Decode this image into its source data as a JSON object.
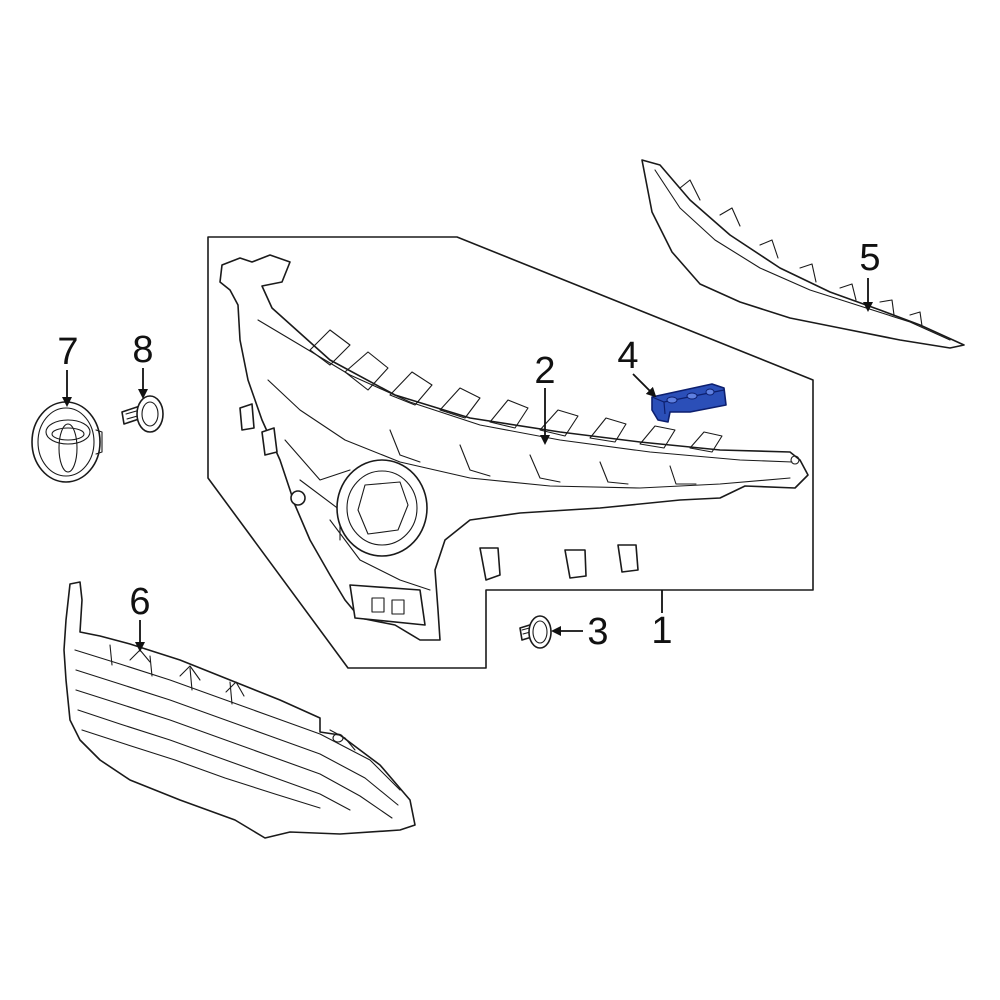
{
  "diagram": {
    "callouts": [
      {
        "id": "1",
        "text": "1"
      },
      {
        "id": "2",
        "text": "2"
      },
      {
        "id": "3",
        "text": "3"
      },
      {
        "id": "4",
        "text": "4"
      },
      {
        "id": "5",
        "text": "5"
      },
      {
        "id": "6",
        "text": "6"
      },
      {
        "id": "7",
        "text": "7"
      },
      {
        "id": "8",
        "text": "8"
      }
    ],
    "colors": {
      "line": "#1a1a1a",
      "highlight_fill": "#2b4fb8",
      "highlight_stroke": "#0d1f6e",
      "background": "#ffffff"
    },
    "highlighted_part": "4"
  }
}
